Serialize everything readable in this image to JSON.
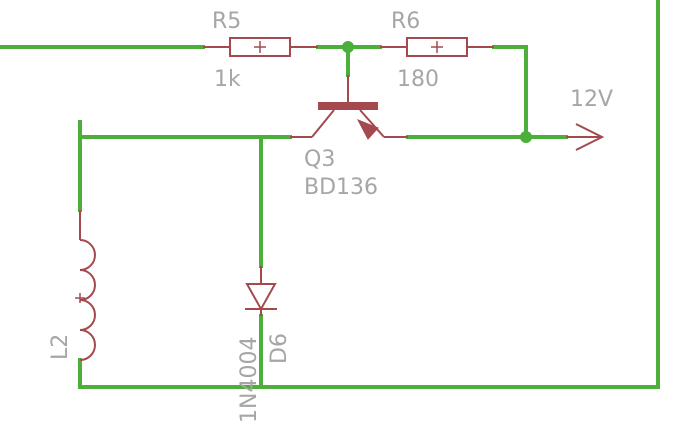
{
  "components": {
    "r5": {
      "ref": "R5",
      "value": "1k"
    },
    "r6": {
      "ref": "R6",
      "value": "180"
    },
    "q3": {
      "ref": "Q3",
      "value": "BD136"
    },
    "l2": {
      "ref": "L2"
    },
    "d6": {
      "ref": "D6",
      "value": "1N4004"
    }
  },
  "nets": {
    "supply": {
      "label": "12V"
    }
  },
  "colors": {
    "wire": "#4caf3a",
    "part": "#a44a4e",
    "label": "#a6a6a6",
    "background": "#ffffff"
  }
}
